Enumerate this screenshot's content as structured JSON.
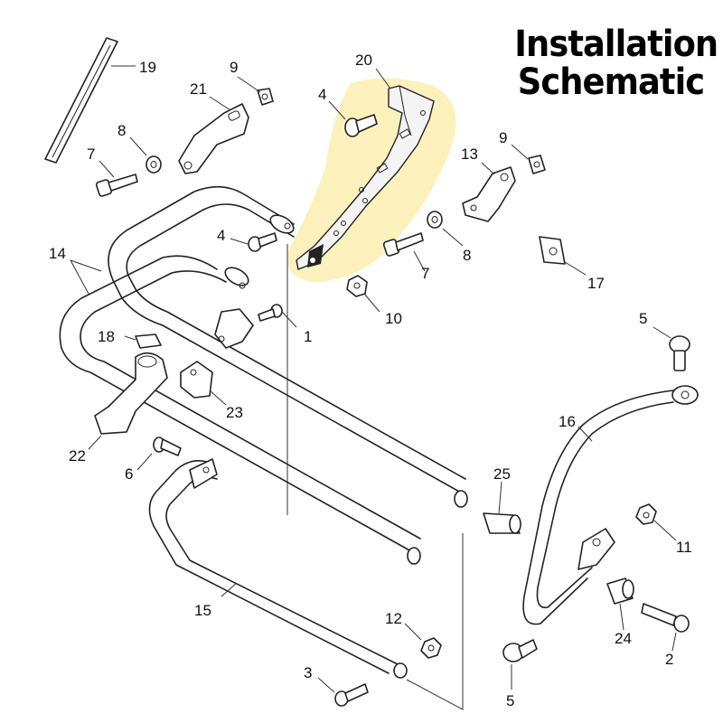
{
  "title": {
    "line1": "Installation",
    "line2": "Schematic"
  },
  "colors": {
    "highlight": "#fbeeb0",
    "line": "#222222",
    "text": "#111111"
  },
  "callouts": {
    "c19": "19",
    "c9a": "9",
    "c21": "21",
    "c20": "20",
    "c4a": "4",
    "c8a": "8",
    "c7a": "7",
    "c9b": "9",
    "c13": "13",
    "c14": "14",
    "c4b": "4",
    "c7b": "7",
    "c8b": "8",
    "c17": "17",
    "c1": "1",
    "c10": "10",
    "c18": "18",
    "c5a": "5",
    "c23": "23",
    "c16": "16",
    "c22": "22",
    "c6": "6",
    "c25": "25",
    "c11": "11",
    "c15": "15",
    "c12": "12",
    "c24": "24",
    "c2": "2",
    "c3": "3",
    "c5b": "5"
  }
}
